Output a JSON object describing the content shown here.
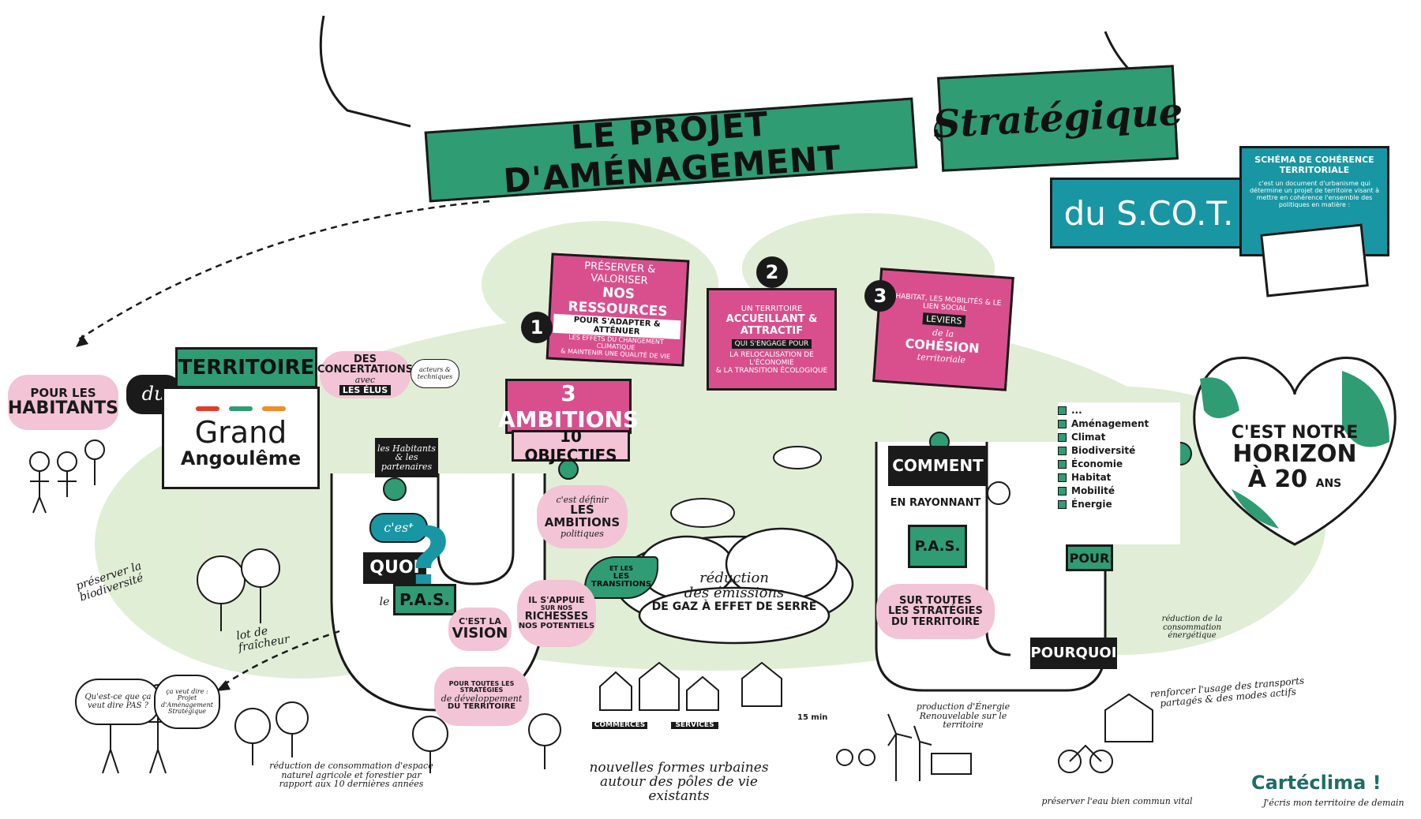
{
  "title": {
    "part1": "Le Projet d'Aménagement",
    "part2": "Stratégique",
    "part3": "du S.CO.T."
  },
  "scot_box": {
    "heading": "Schéma de cohérence territoriale",
    "text": "c'est un document d'urbanisme qui détermine un projet de territoire visant à mettre en cohérence l'ensemble des politiques en matière :"
  },
  "left": {
    "for_the": "Pour les",
    "inhabitants": "Habitants",
    "of": "du",
    "territory": "Territoire",
    "brand_line1": "Grand",
    "brand_line2": "Angoulême",
    "concertations": "des Concertations",
    "avec": "avec",
    "elus": "les élus",
    "acteurs": "acteurs & techniques",
    "habitants_partenaires_1": "les Habitants",
    "habitants_partenaires_2": "& les partenaires"
  },
  "what_is": {
    "cest": "c'est",
    "quoi": "Quoi",
    "le": "le",
    "pas": "P.A.S."
  },
  "ambitions": {
    "title": "3 Ambitions",
    "objectifs": "10 objectifs",
    "define_1": "c'est définir",
    "define_2": "les ambitions",
    "define_3": "politiques",
    "transitions_1": "et les",
    "transitions_2": "les transitions",
    "appuie_1": "Il s'appuie",
    "appuie_2": "sur nos",
    "appuie_3": "richesses",
    "appuie_4": "nos potentiels",
    "vision_1": "c'est la",
    "vision_2": "Vision",
    "vision_3": "pour toutes les stratégies",
    "vision_4": "de développement",
    "vision_5": "du territoire"
  },
  "ambition1": {
    "number": "1",
    "l1": "Préserver & Valoriser",
    "l2": "nos ressources",
    "l3": "pour s'adapter & atténuer",
    "l4": "les effets du changement climatique",
    "l5": "& maintenir une qualité de vie"
  },
  "ambition2": {
    "number": "2",
    "l1": "Un territoire",
    "l2": "accueillant & attractif",
    "l3": "qui s'engage pour",
    "l4": "la relocalisation de l'économie",
    "l5": "& la transition écologique"
  },
  "ambition3": {
    "number": "3",
    "l1": "L'habitat, les mobilités & le lien social",
    "l2": "leviers",
    "l3": "de la",
    "l4": "cohésion",
    "l5": "territoriale"
  },
  "emissions": {
    "l1": "réduction",
    "l2": "des émissions",
    "l3": "de Gaz à Effet de Serre"
  },
  "how": {
    "comment": "Comment",
    "rayonnant": "en rayonnant",
    "pas": "P.A.S.",
    "strategies_1": "sur toutes",
    "strategies_2": "les stratégies",
    "strategies_3": "du territoire"
  },
  "why": {
    "list": [
      "...",
      "Aménagement",
      "Climat",
      "Biodiversité",
      "Économie",
      "Habitat",
      "Mobilité",
      "Énergie"
    ],
    "pour": "Pour",
    "pourquoi": "Pourquoi"
  },
  "horizon": {
    "l1": "c'est notre",
    "l2": "Horizon",
    "l3": "à 20",
    "l4": "ans"
  },
  "notes": {
    "biodiversite": "préserver la biodiversité",
    "lot": "lot de fraîcheur",
    "question": "Qu'est-ce que ça veut dire PAS ?",
    "answer": "ça veut dire : Projet d'Aménagement Stratégique",
    "conso": "réduction de consommation d'espace naturel agricole et forestier par rapport aux 10 dernières années",
    "formes": "nouvelles formes urbaines autour des pôles de vie existants",
    "commerces": "Commerces",
    "services": "Services",
    "renouvelable": "production d'Énergie Renouvelable sur le territoire",
    "transports": "renforcer l'usage des transports partagés & des modes actifs",
    "conso_energie": "réduction de la consommation énergétique",
    "eau": "préserver l'eau bien commun vital",
    "minutes": "15 min"
  },
  "footer": {
    "brand": "Cartéclima !",
    "tagline": "J'écris mon territoire de demain"
  },
  "colors": {
    "green": "#2f9c73",
    "pink": "#d94f8e",
    "light_pink": "#f2c4d6",
    "teal": "#1996a3",
    "pale_green": "#dcebcf"
  }
}
